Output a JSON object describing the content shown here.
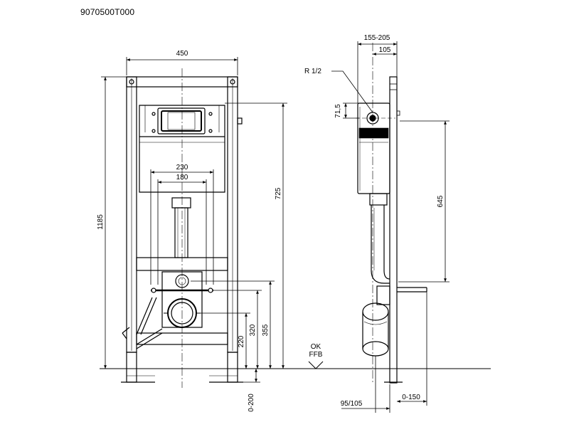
{
  "drawing": {
    "code": "9070500T000"
  },
  "front_view": {
    "dims": {
      "frame_width": "450",
      "outlet_230": "230",
      "outlet_180": "180",
      "height_1185": "1185",
      "height_725": "725",
      "height_355": "355",
      "height_320": "320",
      "height_220": "220",
      "foot_adjust": "0-200"
    },
    "floor_mark": {
      "ok": "OK",
      "ffb": "FFB"
    }
  },
  "side_view": {
    "dims": {
      "depth_155_205": "155-205",
      "depth_105": "105",
      "thread": "R 1/2",
      "dim_71_5": "71,5",
      "height_645": "645",
      "dim_95_105": "95/105",
      "dim_0_150": "0-150"
    }
  }
}
